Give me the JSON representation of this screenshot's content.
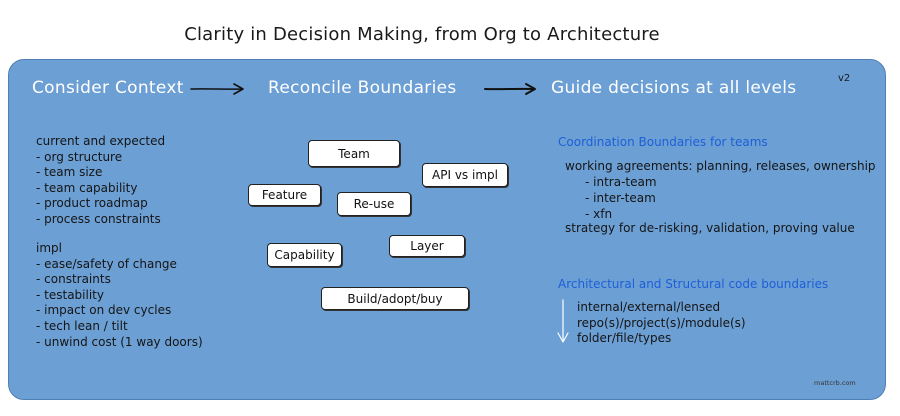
{
  "title": "Clarity in Decision Making, from Org to Architecture",
  "version": "v2",
  "headings": {
    "context": "Consider Context",
    "reconcile": "Reconcile Boundaries",
    "guide": "Guide decisions at all levels"
  },
  "context_list": [
    "current and expected",
    "- org structure",
    "- team size",
    "- team capability",
    "- product roadmap",
    "- process constraints"
  ],
  "impl_list": [
    "impl",
    "- ease/safety of change",
    "- constraints",
    "- testability",
    "- impact on dev cycles",
    "- tech lean / tilt",
    "- unwind cost (1 way doors)"
  ],
  "boxes": {
    "team": "Team",
    "api": "API vs impl",
    "feature": "Feature",
    "reuse": "Re-use",
    "capability": "Capability",
    "layer": "Layer",
    "build": "Build/adopt/buy"
  },
  "coordination": {
    "heading": "Coordination Boundaries for teams",
    "agreements": "working agreements: planning, releases, ownership",
    "items": [
      "- intra-team",
      "- inter-team",
      "- xfn"
    ],
    "strategy": "strategy for de-risking, validation, proving value"
  },
  "architecture": {
    "heading": "Architectural and Structural code boundaries",
    "items": [
      "internal/external/lensed",
      "repo(s)/project(s)/module(s)",
      "folder/file/types"
    ]
  },
  "credit": "mattcrb.com"
}
